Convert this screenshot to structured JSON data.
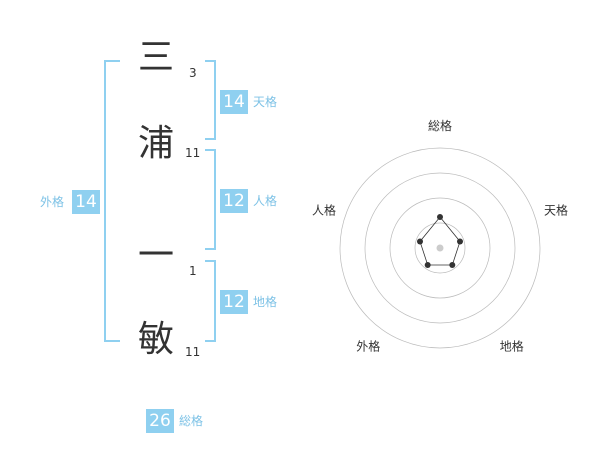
{
  "name": {
    "characters": [
      {
        "char": "三",
        "strokes": "3"
      },
      {
        "char": "浦",
        "strokes": "11"
      },
      {
        "char": "一",
        "strokes": "1"
      },
      {
        "char": "敏",
        "strokes": "11"
      }
    ]
  },
  "scores": {
    "tenkaku": {
      "value": "14",
      "label": "天格"
    },
    "jinkaku": {
      "value": "12",
      "label": "人格"
    },
    "chikaku": {
      "value": "12",
      "label": "地格"
    },
    "gaikaku": {
      "value": "14",
      "label": "外格"
    },
    "soukaku": {
      "value": "26",
      "label": "総格"
    }
  },
  "colors": {
    "accent": "#8fd0f0",
    "accent_text": "#7dc2e6",
    "text": "#333333"
  },
  "chart_data": {
    "type": "radar",
    "axes": [
      "総格",
      "天格",
      "地格",
      "外格",
      "人格"
    ],
    "values": [
      1.55,
      1.05,
      1.05,
      1.05,
      1.05
    ],
    "rlim": [
      0,
      5
    ],
    "rings": 4,
    "center_marker": true
  }
}
